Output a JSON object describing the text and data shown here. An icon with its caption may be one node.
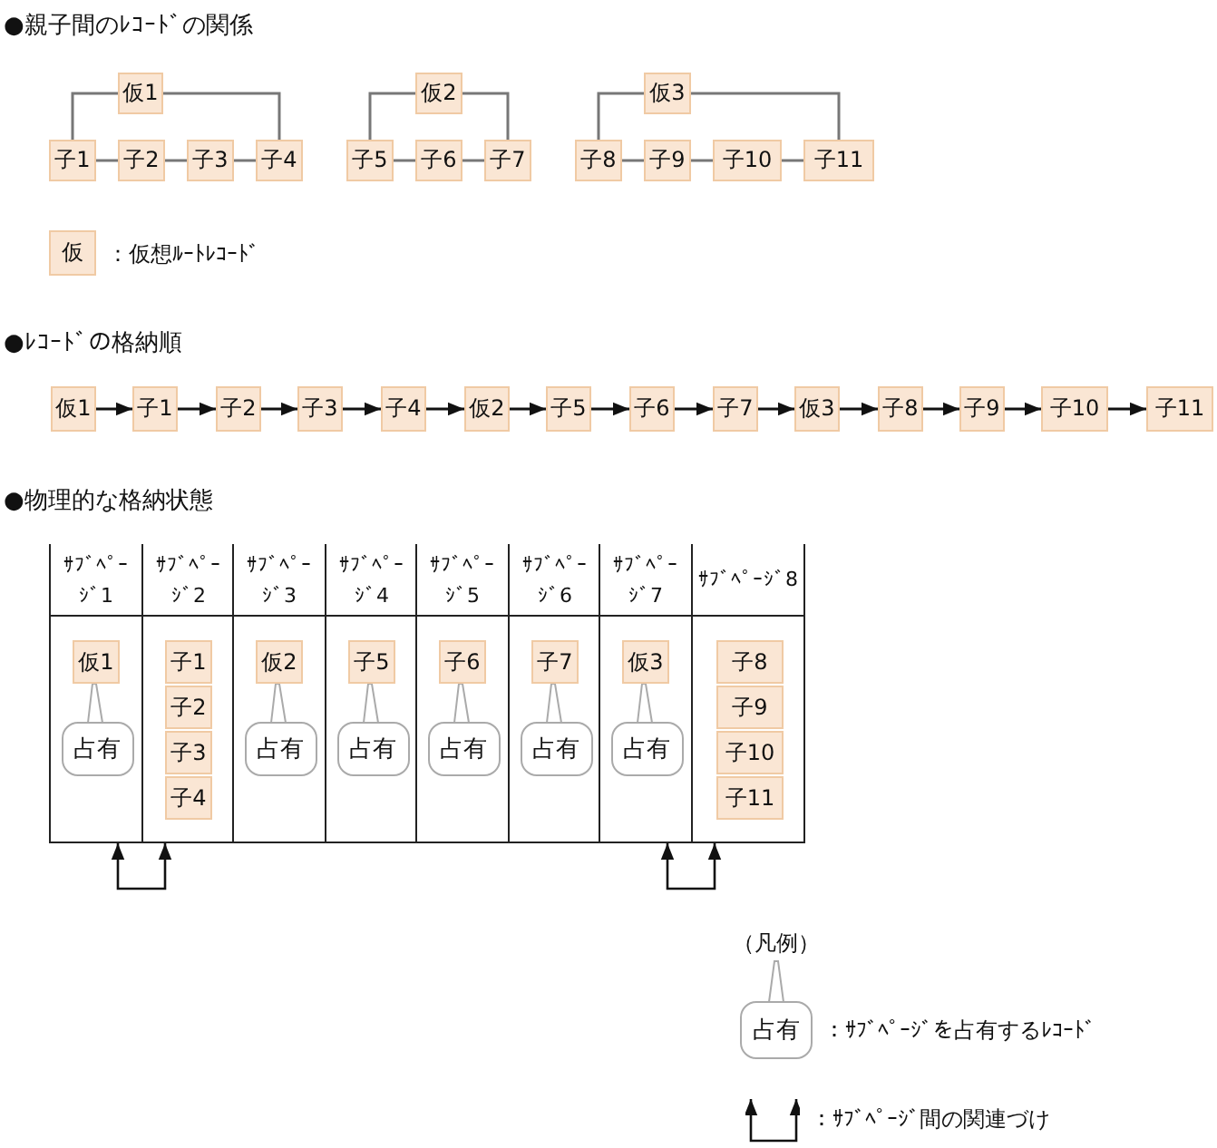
{
  "diagram": {
    "nodes": [
      {
        "text": [
          "仮1"
        ]
      },
      {
        "text": [
          "子1"
        ]
      },
      {
        "text": [
          "子2"
        ]
      },
      {
        "text": [
          "子3"
        ]
      },
      {
        "text": [
          "子4"
        ]
      },
      {
        "text": [
          "仮2"
        ]
      },
      {
        "text": [
          "子5"
        ]
      },
      {
        "text": [
          "子6"
        ]
      },
      {
        "text": [
          "子7"
        ]
      },
      {
        "text": [
          "仮3"
        ]
      },
      {
        "text": [
          "子8"
        ]
      },
      {
        "text": [
          "子9"
        ]
      },
      {
        "text": [
          "子10"
        ]
      },
      {
        "text": [
          "子11"
        ]
      },
      {
        "text": [
          "仮"
        ],
        "beside": [
          "：仮想ﾙｰﾄﾚｺｰﾄﾞ"
        ]
      },
      {
        "text": [
          "仮1"
        ]
      },
      {
        "text": [
          "子1"
        ]
      },
      {
        "text": [
          "子2"
        ]
      },
      {
        "text": [
          "子3"
        ]
      },
      {
        "text": [
          "子4"
        ]
      },
      {
        "text": [
          "仮2"
        ]
      },
      {
        "text": [
          "子5"
        ]
      },
      {
        "text": [
          "子6"
        ]
      },
      {
        "text": [
          "子7"
        ]
      },
      {
        "text": [
          "仮3"
        ]
      },
      {
        "text": [
          "子8"
        ]
      },
      {
        "text": [
          "子9"
        ]
      },
      {
        "text": [
          "子10"
        ]
      },
      {
        "text": [
          "子11"
        ]
      },
      {
        "text": [
          "ｻﾌﾞﾍﾟｰｼﾞ1"
        ]
      },
      {
        "text": [
          "ｻﾌﾞﾍﾟｰｼﾞ2"
        ]
      },
      {
        "text": [
          "ｻﾌﾞﾍﾟｰｼﾞ3"
        ]
      },
      {
        "text": [
          "ｻﾌﾞﾍﾟｰｼﾞ4"
        ]
      },
      {
        "text": [
          "ｻﾌﾞﾍﾟｰｼﾞ5"
        ]
      },
      {
        "text": [
          "ｻﾌﾞﾍﾟｰｼﾞ6"
        ]
      },
      {
        "text": [
          "ｻﾌﾞﾍﾟｰｼﾞ7"
        ]
      },
      {
        "text": [
          "ｻﾌﾞﾍﾟｰｼﾞ8"
        ]
      },
      {
        "text": [
          "仮1"
        ],
        "in": 29
      },
      {
        "text": [
          "占有"
        ],
        "in": 29
      },
      {
        "text": [
          "子1"
        ],
        "in": 30
      },
      {
        "text": [
          "子2"
        ],
        "in": 30
      },
      {
        "text": [
          "子3"
        ],
        "in": 30
      },
      {
        "text": [
          "子4"
        ],
        "in": 30
      },
      {
        "text": [
          "仮2"
        ],
        "in": 31
      },
      {
        "text": [
          "占有"
        ],
        "in": 31
      },
      {
        "text": [
          "子5"
        ],
        "in": 32
      },
      {
        "text": [
          "占有"
        ],
        "in": 32
      },
      {
        "text": [
          "子6"
        ],
        "in": 33
      },
      {
        "text": [
          "占有"
        ],
        "in": 33
      },
      {
        "text": [
          "子7"
        ],
        "in": 34
      },
      {
        "text": [
          "占有"
        ],
        "in": 34
      },
      {
        "text": [
          "仮3"
        ],
        "in": 35
      },
      {
        "text": [
          "占有"
        ],
        "in": 35
      },
      {
        "text": [
          "子8"
        ],
        "in": 36
      },
      {
        "text": [
          "子9"
        ],
        "in": 36
      },
      {
        "text": [
          "子10"
        ],
        "in": 36
      },
      {
        "text": [
          "子11"
        ],
        "in": 36
      },
      {
        "text": [
          "（凡例）"
        ]
      },
      {
        "text": [
          "占有"
        ],
        "beside": [
          "：ｻﾌﾞﾍﾟｰｼﾞを占有するﾚｺｰﾄﾞ"
        ]
      }
    ],
    "edges": [
      {
        "from": 0,
        "to": 1,
        "arrow": "none",
        "color": "#777777"
      },
      {
        "from": 0,
        "to": 4,
        "arrow": "none",
        "color": "#777777"
      },
      {
        "from": 1,
        "to": 2,
        "arrow": "none",
        "color": "#777777"
      },
      {
        "from": 2,
        "to": 3,
        "arrow": "none",
        "color": "#777777"
      },
      {
        "from": 3,
        "to": 4,
        "arrow": "none",
        "color": "#777777"
      },
      {
        "from": 5,
        "to": 6,
        "arrow": "none",
        "color": "#777777"
      },
      {
        "from": 5,
        "to": 8,
        "arrow": "none",
        "color": "#777777"
      },
      {
        "from": 6,
        "to": 7,
        "arrow": "none",
        "color": "#777777"
      },
      {
        "from": 7,
        "to": 8,
        "arrow": "none",
        "color": "#777777"
      },
      {
        "from": 9,
        "to": 10,
        "arrow": "none",
        "color": "#777777"
      },
      {
        "from": 9,
        "to": 13,
        "arrow": "none",
        "color": "#777777"
      },
      {
        "from": 10,
        "to": 11,
        "arrow": "none",
        "color": "#777777"
      },
      {
        "from": 11,
        "to": 12,
        "arrow": "none",
        "color": "#777777"
      },
      {
        "from": 12,
        "to": 13,
        "arrow": "none",
        "color": "#777777"
      },
      {
        "from": 15,
        "to": 16,
        "arrow": "to"
      },
      {
        "from": 16,
        "to": 17,
        "arrow": "to"
      },
      {
        "from": 17,
        "to": 18,
        "arrow": "to"
      },
      {
        "from": 18,
        "to": 19,
        "arrow": "to"
      },
      {
        "from": 19,
        "to": 20,
        "arrow": "to"
      },
      {
        "from": 20,
        "to": 21,
        "arrow": "to"
      },
      {
        "from": 21,
        "to": 22,
        "arrow": "to"
      },
      {
        "from": 22,
        "to": 23,
        "arrow": "to"
      },
      {
        "from": 23,
        "to": 24,
        "arrow": "to"
      },
      {
        "from": 24,
        "to": 25,
        "arrow": "to"
      },
      {
        "from": 25,
        "to": 26,
        "arrow": "to"
      },
      {
        "from": 26,
        "to": 27,
        "arrow": "to"
      },
      {
        "from": 27,
        "to": 28,
        "arrow": "to"
      },
      {
        "from": 38,
        "to": 37,
        "arrow": "none",
        "color": "#aaaaaa"
      },
      {
        "from": 44,
        "to": 43,
        "arrow": "none",
        "color": "#aaaaaa"
      },
      {
        "from": 46,
        "to": 45,
        "arrow": "none",
        "color": "#aaaaaa"
      },
      {
        "from": 48,
        "to": 47,
        "arrow": "none",
        "color": "#aaaaaa"
      },
      {
        "from": 50,
        "to": 49,
        "arrow": "none",
        "color": "#aaaaaa"
      },
      {
        "from": 52,
        "to": 51,
        "arrow": "none",
        "color": "#aaaaaa"
      },
      {
        "from": 29,
        "to": 30,
        "arrow": "both"
      },
      {
        "from": 35,
        "to": 36,
        "arrow": "both"
      },
      {
        "from": 58,
        "to": 57,
        "arrow": "none",
        "color": "#aaaaaa"
      }
    ],
    "labels": [
      "●親子間のﾚｺｰﾄﾞの関係",
      "●ﾚｺｰﾄﾞの格納順",
      "●物理的な格納状態"
    ],
    "legend": [
      {
        "text": "：ｻﾌﾞﾍﾟｰｼﾞ間の関連づけ"
      }
    ]
  }
}
